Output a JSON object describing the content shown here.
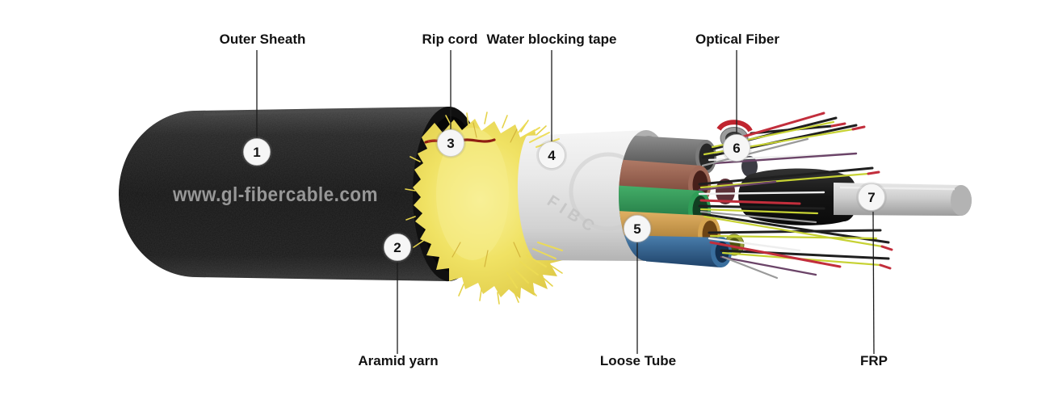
{
  "diagram": {
    "brand": "www.gl-fibercable.com",
    "tape_watermark": "FIBC",
    "callouts": {
      "outer_sheath": {
        "number": "1",
        "label": "Outer Sheath"
      },
      "aramid_yarn": {
        "number": "2",
        "label": "Aramid yarn"
      },
      "rip_cord": {
        "number": "3",
        "label": "Rip cord"
      },
      "water_blocking_tape": {
        "number": "4",
        "label": "Water blocking tape"
      },
      "loose_tube": {
        "number": "5",
        "label": "Loose Tube"
      },
      "optical_fiber": {
        "number": "6",
        "label": "Optical Fiber"
      },
      "frp": {
        "number": "7",
        "label": "FRP"
      }
    },
    "colors": {
      "background": "#ffffff",
      "sheath": "#1c1c1c",
      "aramid_yarn": "#f0e264",
      "rip_cord": "#9e2417",
      "water_blocking_tape": "#e6e6e6",
      "loose_tubes": [
        "#7d7d7d",
        "#a06a59",
        "#2f9e57",
        "#d7a551",
        "#3a6f9e",
        "#99a03c"
      ],
      "frp": "#c9c9c9",
      "fiber_strands": [
        "#1f1f1f",
        "#c7d234",
        "#c22e3c",
        "#eeeeee",
        "#9a9a9a",
        "#6b4468"
      ]
    }
  }
}
